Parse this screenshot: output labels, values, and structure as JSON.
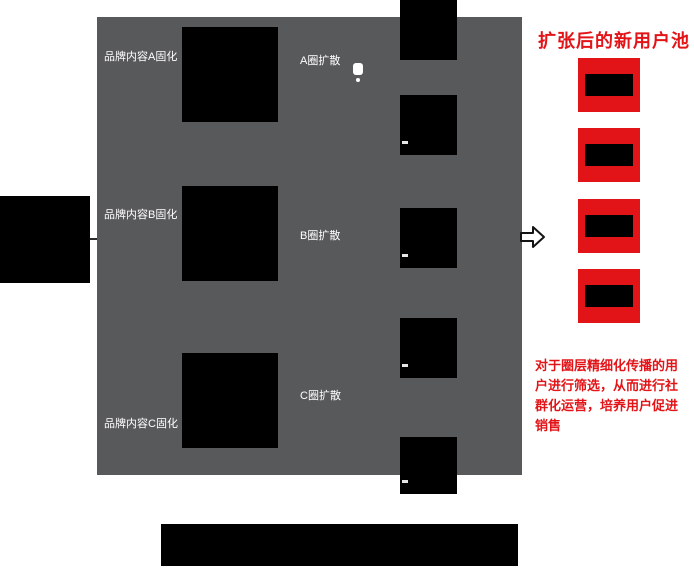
{
  "diagram": {
    "rows": [
      {
        "content_label": "品牌内容A固化",
        "diffusion_label": "A圈扩散"
      },
      {
        "content_label": "品牌内容B固化",
        "diffusion_label": "B圈扩散"
      },
      {
        "content_label": "品牌内容C固化",
        "diffusion_label": "C圈扩散"
      }
    ],
    "right": {
      "title": "扩张后的新用户池",
      "description": "对于圈层精细化传播的用户进行筛选，从而进行社群化运营，培养用户促进销售"
    },
    "colors": {
      "panel_gray": "#58595b",
      "node_black": "#000000",
      "accent_red": "#e21418",
      "label_white": "#ffffff"
    }
  }
}
